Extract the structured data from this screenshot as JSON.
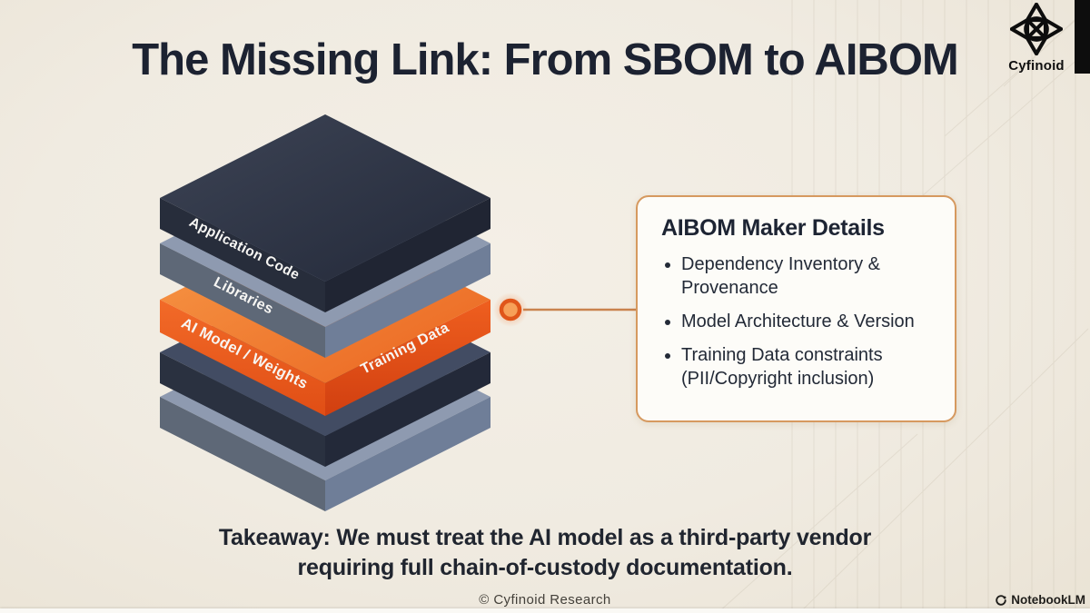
{
  "header": {
    "title": "The Missing Link: From SBOM to AIBOM"
  },
  "branding": {
    "logo_text": "Cyfinoid"
  },
  "stack": {
    "layers": [
      {
        "label": "Application Code",
        "style": "dark"
      },
      {
        "label": "Libraries",
        "style": "slate"
      },
      {
        "label_front": "AI Model / Weights",
        "label_side": "Training Data",
        "style": "orange-highlight"
      },
      {
        "label": "",
        "style": "dark"
      },
      {
        "label": "",
        "style": "slate"
      }
    ]
  },
  "callout": {
    "title": "AIBOM Maker Details",
    "bullets": [
      "Dependency Inventory & Provenance",
      "Model Architecture & Version",
      "Training Data constraints (PII/Copyright inclusion)"
    ]
  },
  "takeaway": {
    "line1": "Takeaway: We must treat the AI model as a third-party vendor",
    "line2": "requiring full chain-of-custody documentation."
  },
  "footer": {
    "copyright": "© Cyfinoid Research",
    "watermark": "NotebookLM"
  },
  "palette": {
    "background": "#f0ebe1",
    "title_text": "#1c2231",
    "accent_orange": "#e8551c",
    "callout_border": "#d6995f",
    "callout_bg": "#fdfcf8",
    "layer_dark_top": "#3d4455",
    "layer_dark_left": "#272d3b",
    "layer_dark_right": "#202533",
    "layer_slate_top": "#8e9ab0",
    "layer_slate_left": "#5e6877",
    "layer_slate_right": "#6f7e98",
    "layer_orange_top": "#f68f3e",
    "layer_orange_left": "#ee5f20",
    "layer_orange_right": "#df4a15",
    "connector_line": "#c9834e",
    "layer_label_text": "#f7f6f3"
  }
}
